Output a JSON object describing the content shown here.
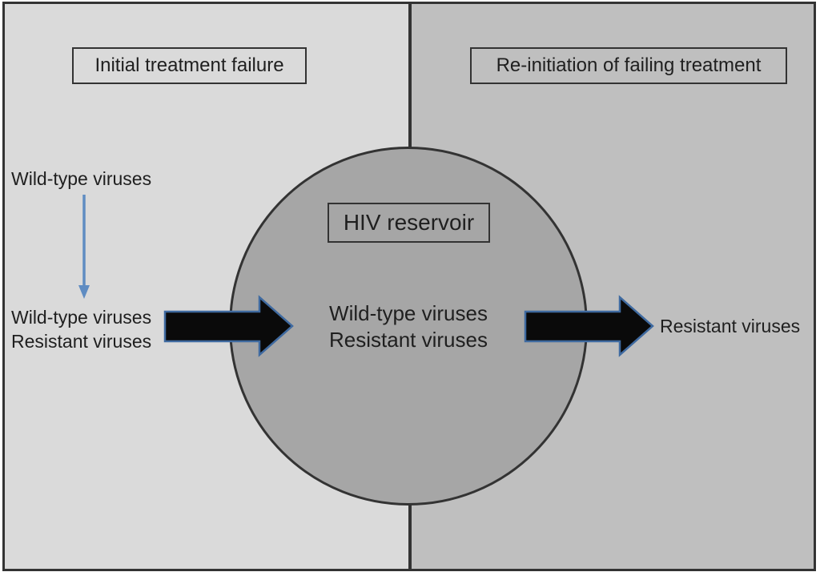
{
  "left_panel": {
    "title": "Initial treatment failure",
    "source_label": "Wild-type viruses",
    "mixed_label_line1": "Wild-type viruses",
    "mixed_label_line2": "Resistant viruses"
  },
  "right_panel": {
    "title": "Re-initiation of failing treatment",
    "result_label": "Resistant viruses"
  },
  "reservoir": {
    "title": "HIV reservoir",
    "content_line1": "Wild-type viruses",
    "content_line2": "Resistant viruses"
  },
  "icons": {
    "down_arrow": "blue-down-arrow-icon",
    "influx_arrow": "black-right-block-arrow-icon",
    "efflux_arrow": "black-right-block-arrow-icon"
  },
  "colors": {
    "left_panel_bg": "#dadada",
    "right_panel_bg": "#bfbfbf",
    "circle_bg": "#a6a6a6",
    "border": "#333333",
    "text": "#1f1f1f",
    "block_arrow_fill": "#0a0a0a",
    "block_arrow_outline": "#3f6aa0",
    "blue_arrow": "#5f8cc2"
  }
}
